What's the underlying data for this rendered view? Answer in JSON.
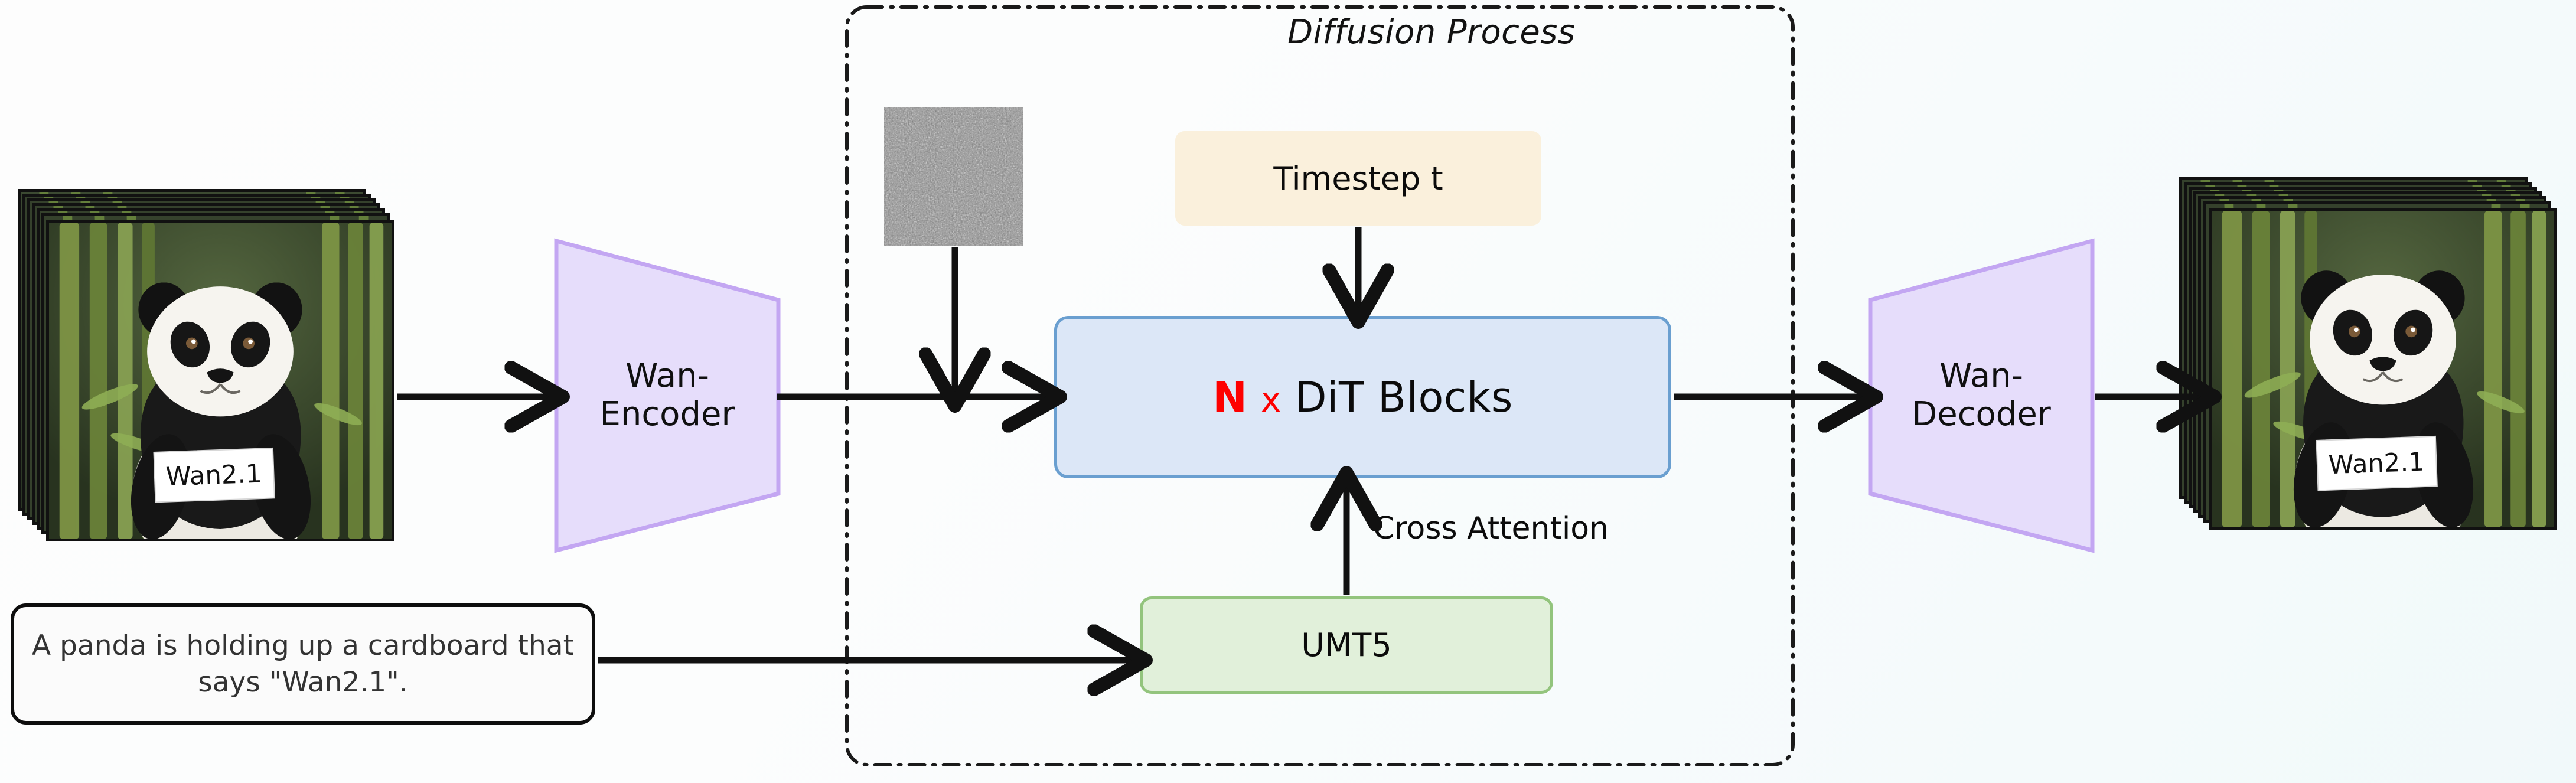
{
  "diagram": {
    "title": "Wan2.1 video diffusion pipeline",
    "background_gradient": [
      "#fdfdfd",
      "#f1f9fa"
    ]
  },
  "diffusion": {
    "label": "Diffusion Process",
    "border_style": "dash-dot",
    "border_color": "#1a1a1a"
  },
  "nodes": {
    "input_frames": {
      "name": "input video frames",
      "sign_text": "Wan2.1",
      "frame_count": 8
    },
    "encoder": {
      "label_line1": "Wan-",
      "label_line2": "Encoder",
      "fill": "#e6ddfb",
      "stroke": "#c3a6f2"
    },
    "noise": {
      "name": "gaussian noise latent"
    },
    "timestep": {
      "label": "Timestep t",
      "fill": "#faf0dc"
    },
    "dit": {
      "count_label": "N",
      "multiply_label": "x",
      "label": "DiT Blocks",
      "fill": "#dce7f7",
      "stroke": "#6a9fd0",
      "count_color": "#fe0000"
    },
    "umt5": {
      "label": "UMT5",
      "fill": "#e1f0da",
      "stroke": "#93c47d"
    },
    "decoder": {
      "label_line1": "Wan-",
      "label_line2": "Decoder",
      "fill": "#e6ddfb",
      "stroke": "#c3a6f2"
    },
    "output_frames": {
      "name": "output video frames",
      "sign_text": "Wan2.1",
      "frame_count": 8
    },
    "prompt": {
      "text": "A panda is holding up a cardboard that says \"Wan2.1\".",
      "border_color": "#0d0d0d",
      "text_color": "#333333"
    }
  },
  "edges": {
    "cross_attention_label": "Cross Attention"
  }
}
